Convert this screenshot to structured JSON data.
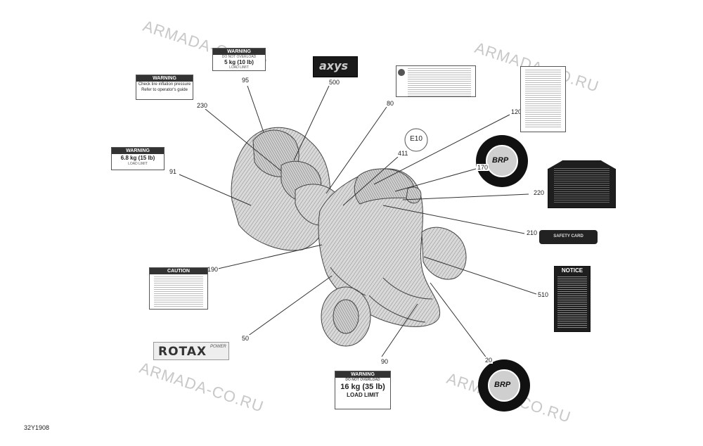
{
  "watermark": "ARMADA-CO.RU",
  "figure_code": "32Y1908",
  "callouts": {
    "c95": "95",
    "c230": "230",
    "c91": "91",
    "c190": "190",
    "c50": "50",
    "c500": "500",
    "c80": "80",
    "c411": "411",
    "c120": "120",
    "c170": "170",
    "c220": "220",
    "c210": "210",
    "c510": "510",
    "c20": "20",
    "c90": "90"
  },
  "e10": "E10",
  "decals": {
    "warning_95": {
      "head": "WARNING",
      "line1": "DO NOT OVERLOAD",
      "line2": "5 kg (10 lb)",
      "line3": "LOAD LIMIT"
    },
    "warning_230": {
      "head": "WARNING",
      "line1": "Check tire inflation pressure",
      "line2": "Refer to operator's guide"
    },
    "warning_91": {
      "head": "WARNING",
      "line1": "6.8 kg (15 lb)",
      "line2": "LOAD LIMIT"
    },
    "caution_190": {
      "head": "CAUTION"
    },
    "rotax": {
      "text": "ROTAX",
      "suffix": "POWER"
    },
    "axys_500": {
      "text": "axys"
    },
    "brp_170": {
      "text": "BRP"
    },
    "brp_20": {
      "text": "BRP"
    },
    "safety_210": {
      "text": "SAFETY CARD"
    },
    "notice_510": {
      "head": "NOTICE"
    },
    "warning_90": {
      "head": "WARNING",
      "line1": "DO NOT OVERLOAD",
      "line2": "16 kg (35 lb)",
      "line3": "LOAD LIMIT"
    }
  },
  "colors": {
    "watermark": "#c8c8c8",
    "leader": "#333333",
    "dark_decal": "#1e1e1e"
  }
}
